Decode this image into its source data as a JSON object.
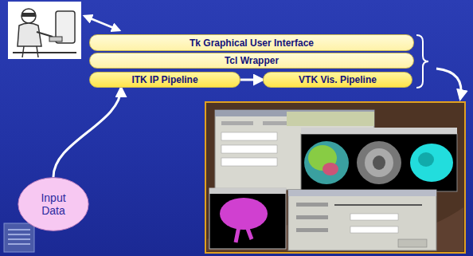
{
  "diagram": {
    "nodes": [
      {
        "text": [
          "Tk Graphical User Interface"
        ]
      },
      {
        "text": [
          "Tcl Wrapper"
        ]
      },
      {
        "text": [
          "ITK IP Pipeline"
        ]
      },
      {
        "text": [
          "VTK Vis. Pipeline"
        ]
      },
      {
        "text": [
          "Input Data"
        ]
      }
    ],
    "edges": [
      {
        "from": 2,
        "to": 3,
        "arrow": "to"
      },
      {
        "from": 4,
        "to": 2,
        "arrow": "to"
      }
    ]
  }
}
